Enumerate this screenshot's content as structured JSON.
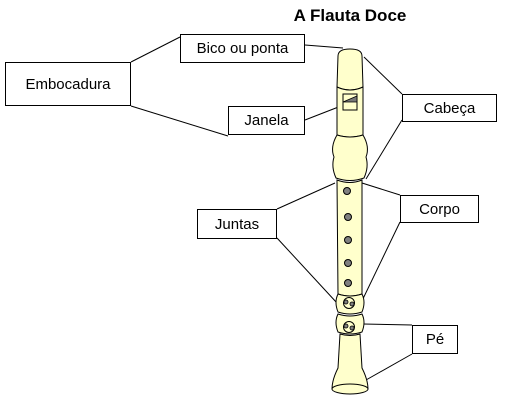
{
  "title": "A Flauta Doce",
  "labels": {
    "bico": "Bico ou ponta",
    "embocadura": "Embocadura",
    "janela": "Janela",
    "cabeca": "Cabeça",
    "juntas": "Juntas",
    "corpo": "Corpo",
    "pe": "Pé"
  },
  "colors": {
    "flute_fill": "#FFFFCC",
    "outline": "#000000"
  }
}
